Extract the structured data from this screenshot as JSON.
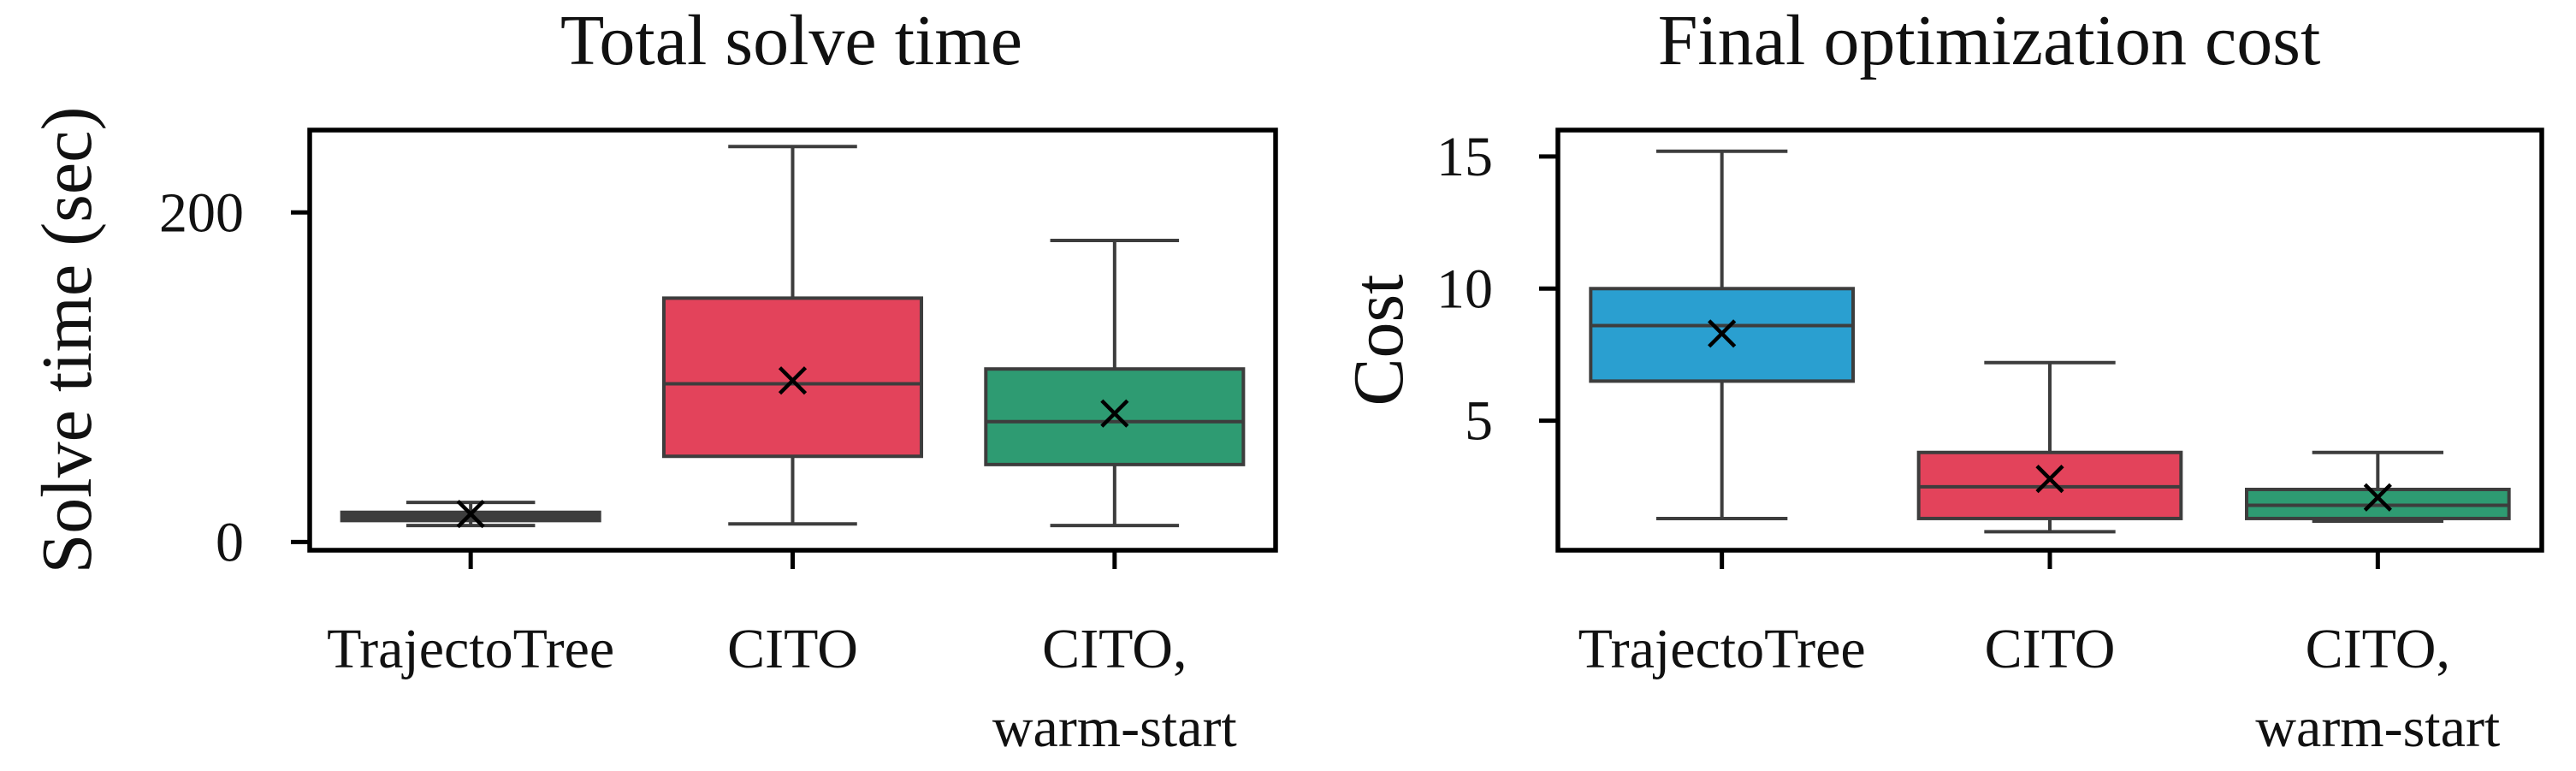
{
  "chart_data": [
    {
      "type": "box",
      "title": "Total solve time",
      "xlabel": "",
      "ylabel": "Solve time (sec)",
      "ylim": [
        -5,
        250
      ],
      "yticks": [
        0,
        200
      ],
      "yticklabels": [
        "0",
        "200"
      ],
      "categories": [
        [
          "TrajectoTree"
        ],
        [
          "CITO"
        ],
        [
          "CITO,",
          "warm-start"
        ]
      ],
      "boxes": [
        {
          "color": "#3d3d3d",
          "whislo": 10,
          "q1": 13,
          "median": 15,
          "q3": 18,
          "whishi": 24,
          "mean": 17
        },
        {
          "color": "#e3435b",
          "whislo": 11,
          "q1": 52,
          "median": 96,
          "q3": 148,
          "whishi": 240,
          "mean": 98
        },
        {
          "color": "#2e9b72",
          "whislo": 10,
          "q1": 47,
          "median": 73,
          "q3": 105,
          "whishi": 183,
          "mean": 78
        }
      ]
    },
    {
      "type": "box",
      "title": "Final optimization cost",
      "xlabel": "",
      "ylabel": "Cost",
      "ylim": [
        0.1,
        16
      ],
      "yticks": [
        5,
        10,
        15
      ],
      "yticklabels": [
        "5",
        "10",
        "15"
      ],
      "categories": [
        [
          "TrajectoTree"
        ],
        [
          "CITO"
        ],
        [
          "CITO,",
          "warm-start"
        ]
      ],
      "boxes": [
        {
          "color": "#2a9fd0",
          "whislo": 1.3,
          "q1": 6.5,
          "median": 8.6,
          "q3": 10.0,
          "whishi": 15.2,
          "mean": 8.3
        },
        {
          "color": "#e3435b",
          "whislo": 0.8,
          "q1": 1.3,
          "median": 2.5,
          "q3": 3.8,
          "whishi": 7.2,
          "mean": 2.8
        },
        {
          "color": "#2e9b72",
          "whislo": 1.2,
          "q1": 1.3,
          "median": 1.8,
          "q3": 2.4,
          "whishi": 3.8,
          "mean": 2.1
        }
      ]
    }
  ]
}
